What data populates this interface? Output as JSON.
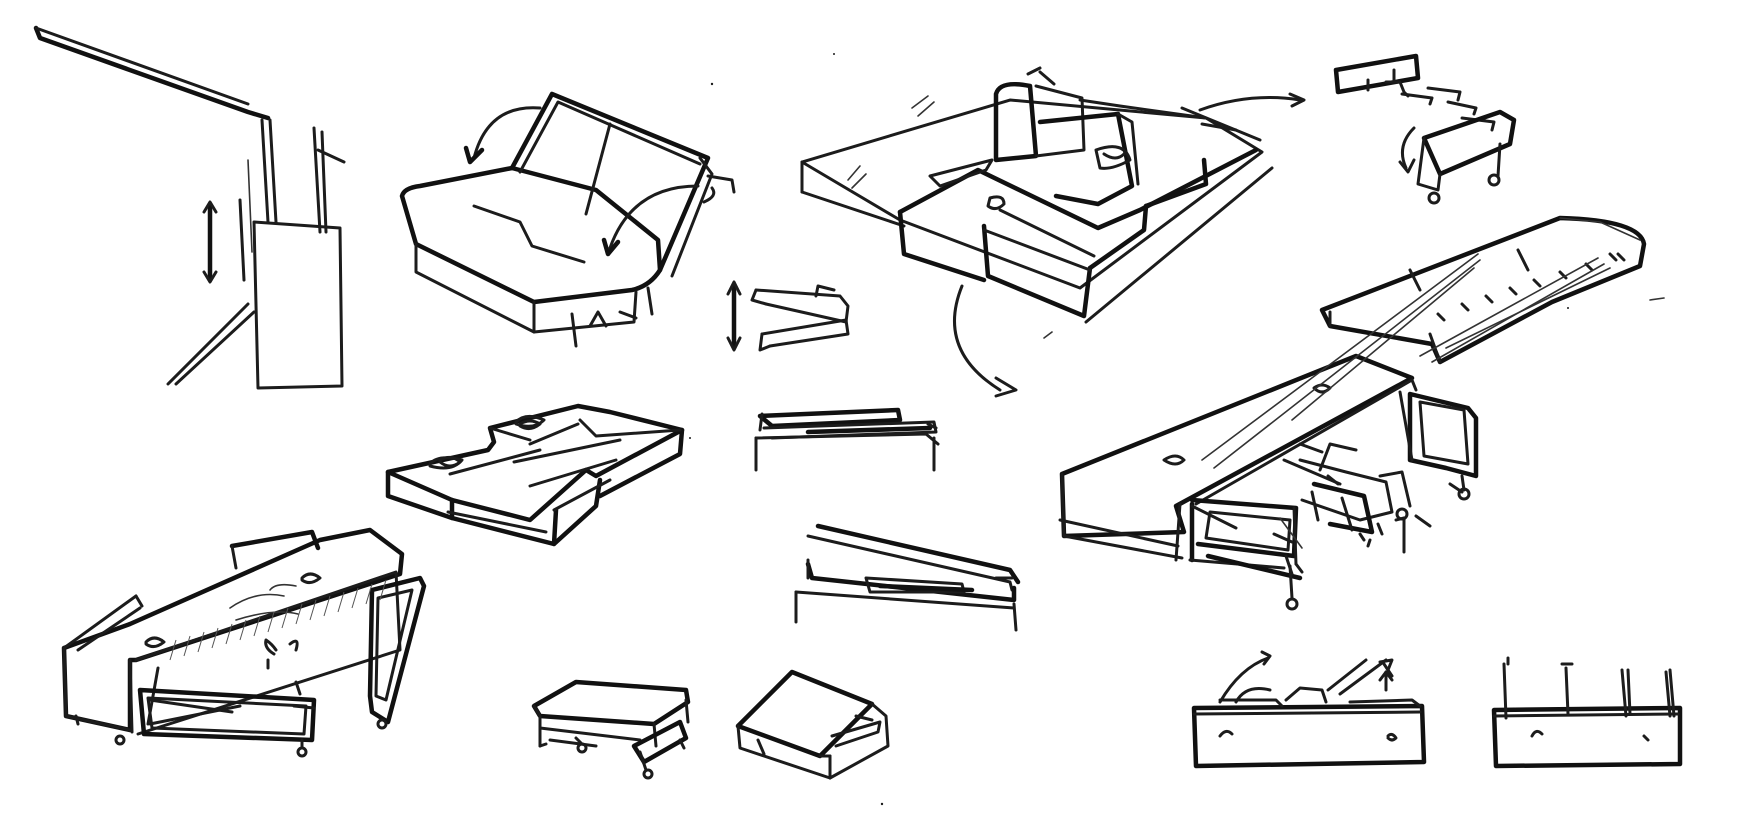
{
  "sheet": {
    "background": "#ffffff",
    "ink": "#1c1c1c",
    "sketches": [
      "clothes-rail-with-hanging-bag",
      "folding-sofa-bed",
      "hinge-bracket-detail",
      "modular-bed-platform-with-ventilation-box",
      "slide-out-bench-module",
      "upholstered-seat-cushion-panel",
      "open-storage-bed-frame-with-drawers",
      "folding-cushion-blocks",
      "hinged-shelf-detail",
      "storage-base-with-legs",
      "tilting-shelf-mechanism",
      "small-stool-table",
      "lidded-box",
      "bed-frame-with-raised-posts",
      "bed-frame-with-vent-lid"
    ]
  }
}
